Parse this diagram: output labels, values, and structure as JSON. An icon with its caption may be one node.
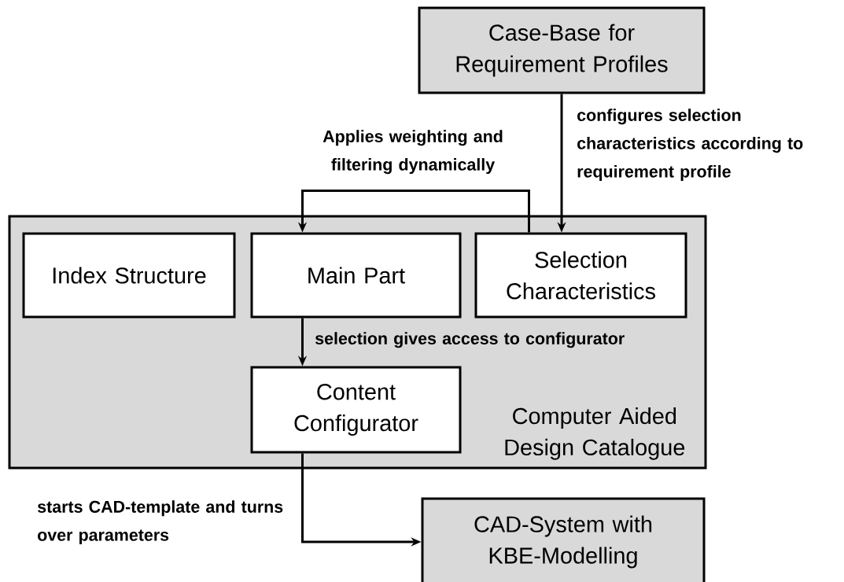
{
  "diagram": {
    "nodes": [
      {
        "text": [
          "Case-Base for Requirement Profiles"
        ]
      },
      {
        "text": [
          "Computer Aided Design Catalogue"
        ]
      },
      {
        "text": [
          "Index Structure"
        ],
        "in": 1
      },
      {
        "text": [
          "Main Part"
        ],
        "in": 1
      },
      {
        "text": [
          "Selection Characteristics"
        ],
        "in": 1
      },
      {
        "text": [
          "Content Configurator"
        ],
        "in": 1
      },
      {
        "text": [
          "CAD-System with KBE-Modelling"
        ]
      }
    ],
    "edges": [
      {
        "from": 0,
        "to": 4,
        "arrow": "to",
        "label": "configures selection characteristics according to requirement profile"
      },
      {
        "from": 4,
        "to": 3,
        "arrow": "to",
        "label": "Applies weighting and filtering dynamically"
      },
      {
        "from": 3,
        "to": 5,
        "arrow": "to",
        "label": "selection gives access to configurator"
      },
      {
        "from": 5,
        "to": 6,
        "arrow": "to",
        "label": "starts CAD-template and turns over parameters"
      }
    ]
  }
}
